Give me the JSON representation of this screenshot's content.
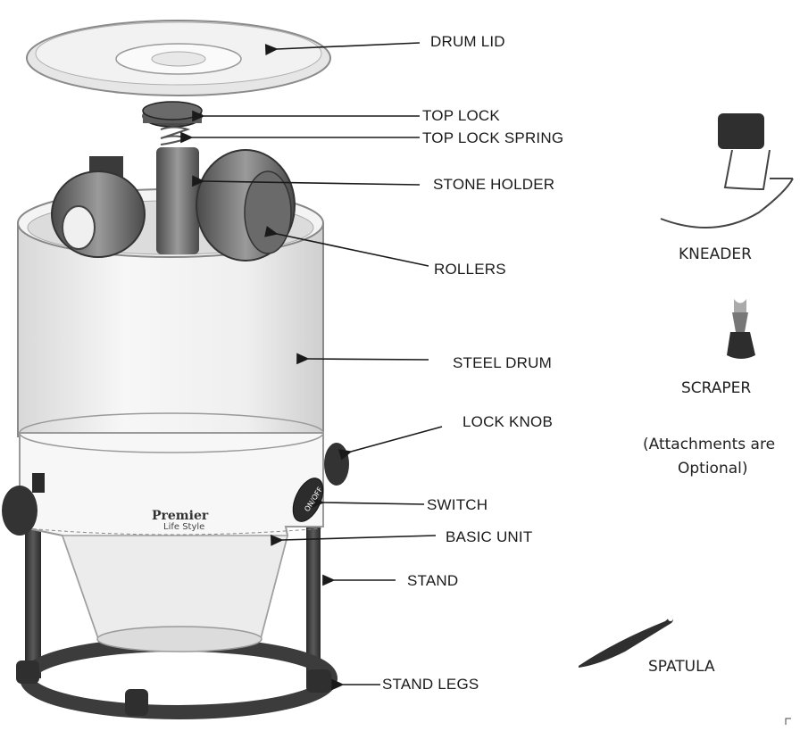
{
  "labels": {
    "drum_lid": "DRUM LID",
    "top_lock": "TOP LOCK",
    "top_lock_spring": "TOP LOCK SPRING",
    "stone_holder": "STONE HOLDER",
    "rollers": "ROLLERS",
    "steel_drum": "STEEL DRUM",
    "lock_knob": "LOCK KNOB",
    "switch": "SWITCH",
    "basic_unit": "BASIC UNIT",
    "stand": "STAND",
    "stand_legs": "STAND LEGS"
  },
  "attachments": {
    "kneader": "KNEADER",
    "scraper": "SCRAPER",
    "note_line1": "(Attachments are",
    "note_line2": "Optional)",
    "spatula": "SPATULA"
  },
  "brand": {
    "name": "Premier",
    "tagline": "Life Style",
    "switch_text": "ON/OFF"
  },
  "colors": {
    "ink": "#1a1a1a",
    "steel": "#eeeeee",
    "dark_part": "#3c3c3c"
  }
}
